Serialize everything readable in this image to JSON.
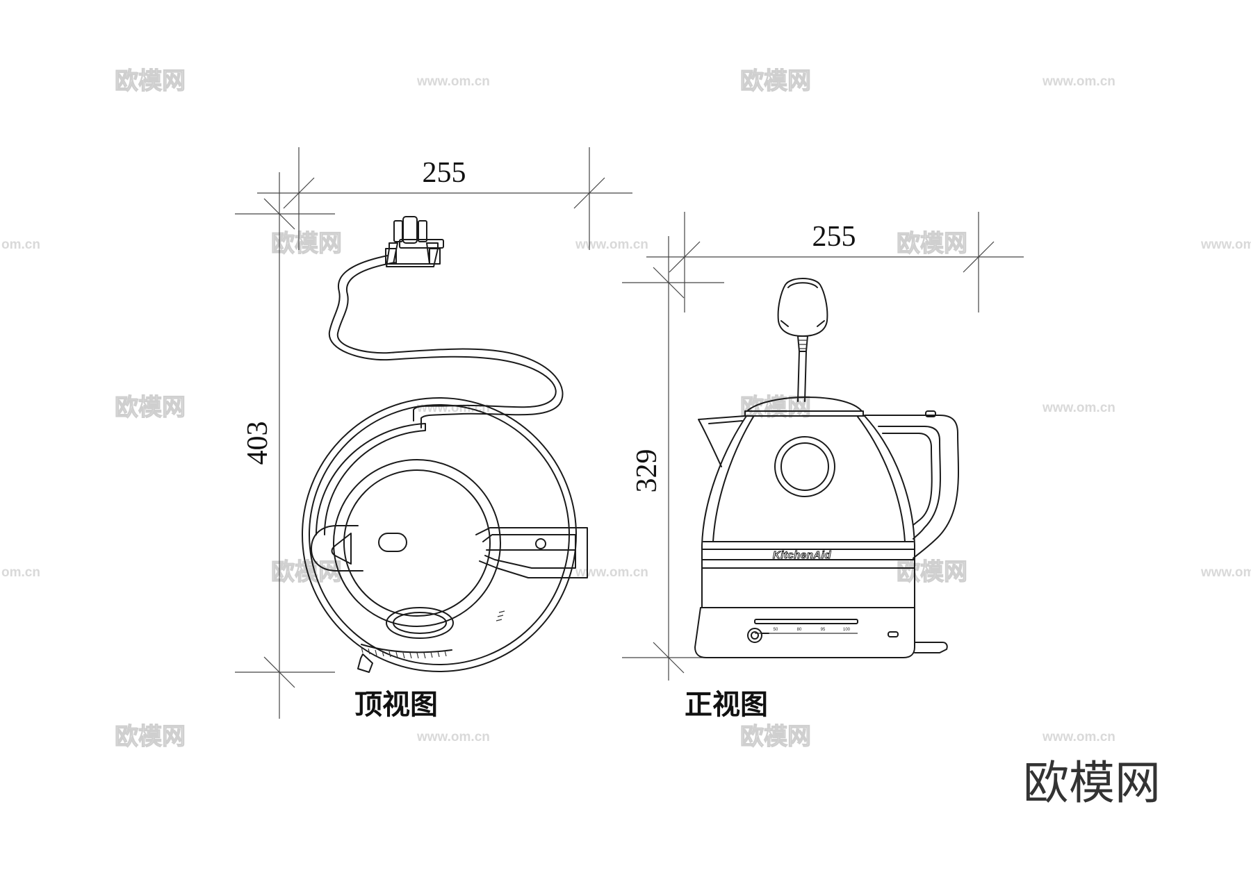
{
  "top_view": {
    "width_dim": "255",
    "height_dim": "403",
    "caption": "顶视图"
  },
  "front_view": {
    "width_dim": "255",
    "height_dim": "329",
    "caption": "正视图",
    "brand": "KitchenAid",
    "scale_ticks": [
      "50",
      "80",
      "95",
      "100"
    ]
  },
  "watermark": {
    "logo_text": "欧模网",
    "url_text": "www.om.cn",
    "url_edge_text": "om.cn"
  },
  "corner_logo": "欧模网"
}
